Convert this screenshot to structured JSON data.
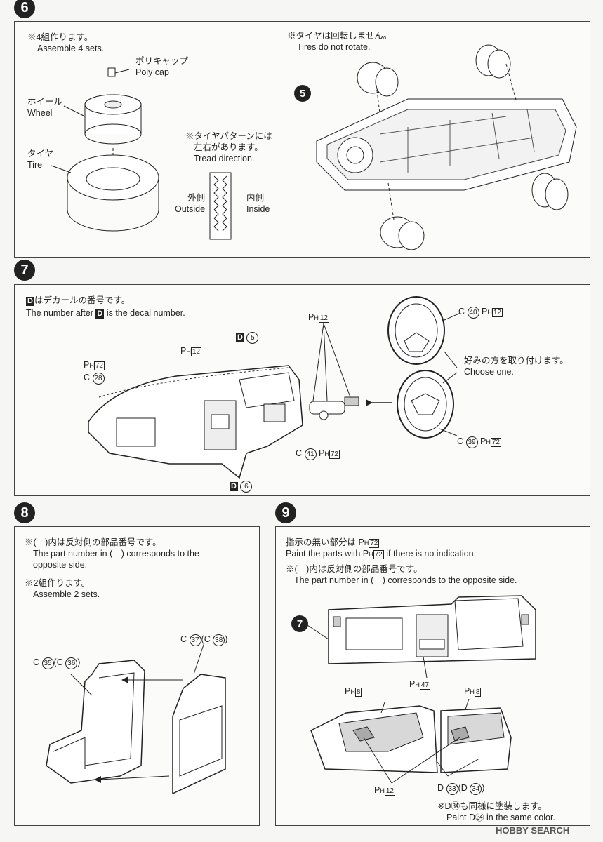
{
  "steps": {
    "s6": "6",
    "s7": "7",
    "s8": "8",
    "s9": "9",
    "ref5": "5",
    "ref7": "7"
  },
  "step6": {
    "note_jp": "※4組作ります。",
    "note_en": "Assemble 4 sets.",
    "polycap_jp": "ポリキャップ",
    "polycap_en": "Poly cap",
    "wheel_jp": "ホイール",
    "wheel_en": "Wheel",
    "tire_jp": "タイヤ",
    "tire_en": "Tire",
    "tread_jp1": "※タイヤパターンには",
    "tread_jp2": "左右があります。",
    "tread_en": "Tread direction.",
    "outside_jp": "外側",
    "outside_en": "Outside",
    "inside_jp": "内側",
    "inside_en": "Inside",
    "norotate_jp": "※タイヤは回転しません。",
    "norotate_en": "Tires do not rotate."
  },
  "step7": {
    "decal_jp": "はデカールの番号です。",
    "decal_en_a": "The number after",
    "decal_en_b": "is the decal number.",
    "d_letter": "D",
    "ph": "P",
    "h": "H",
    "c": "C",
    "ph12": "12",
    "ph72": "72",
    "c28": "28",
    "c40": "40",
    "c41": "41",
    "c39": "39",
    "d5": "5",
    "d6": "6",
    "choose_jp": "好みの方を取り付けます。",
    "choose_en": "Choose one."
  },
  "step8": {
    "paren_jp": "※(　)内は反対側の部品番号です。",
    "paren_en1": "The part number in (　) corresponds to the",
    "paren_en2": "opposite side.",
    "sets_jp": "※2組作ります。",
    "sets_en": "Assemble 2 sets.",
    "c": "C",
    "c35": "35",
    "c36": "36",
    "c37": "37",
    "c38": "38"
  },
  "step9": {
    "noind_jp": "指示の無い部分は",
    "ph72": "72",
    "paint_en_a": "Paint the parts with",
    "paint_en_b": "if there is no indication.",
    "paren_jp": "※(　)内は反対側の部品番号です。",
    "paren_en": "The part number in (　) corresponds to the opposite side.",
    "ph47": "47",
    "ph8": "8",
    "ph12": "12",
    "d": "D",
    "d33": "33",
    "d34": "34",
    "same_jp": "※D㉞も同様に塗装します。",
    "same_en": "Paint D㉞ in the same color."
  },
  "watermark": "HOBBY SEARCH"
}
